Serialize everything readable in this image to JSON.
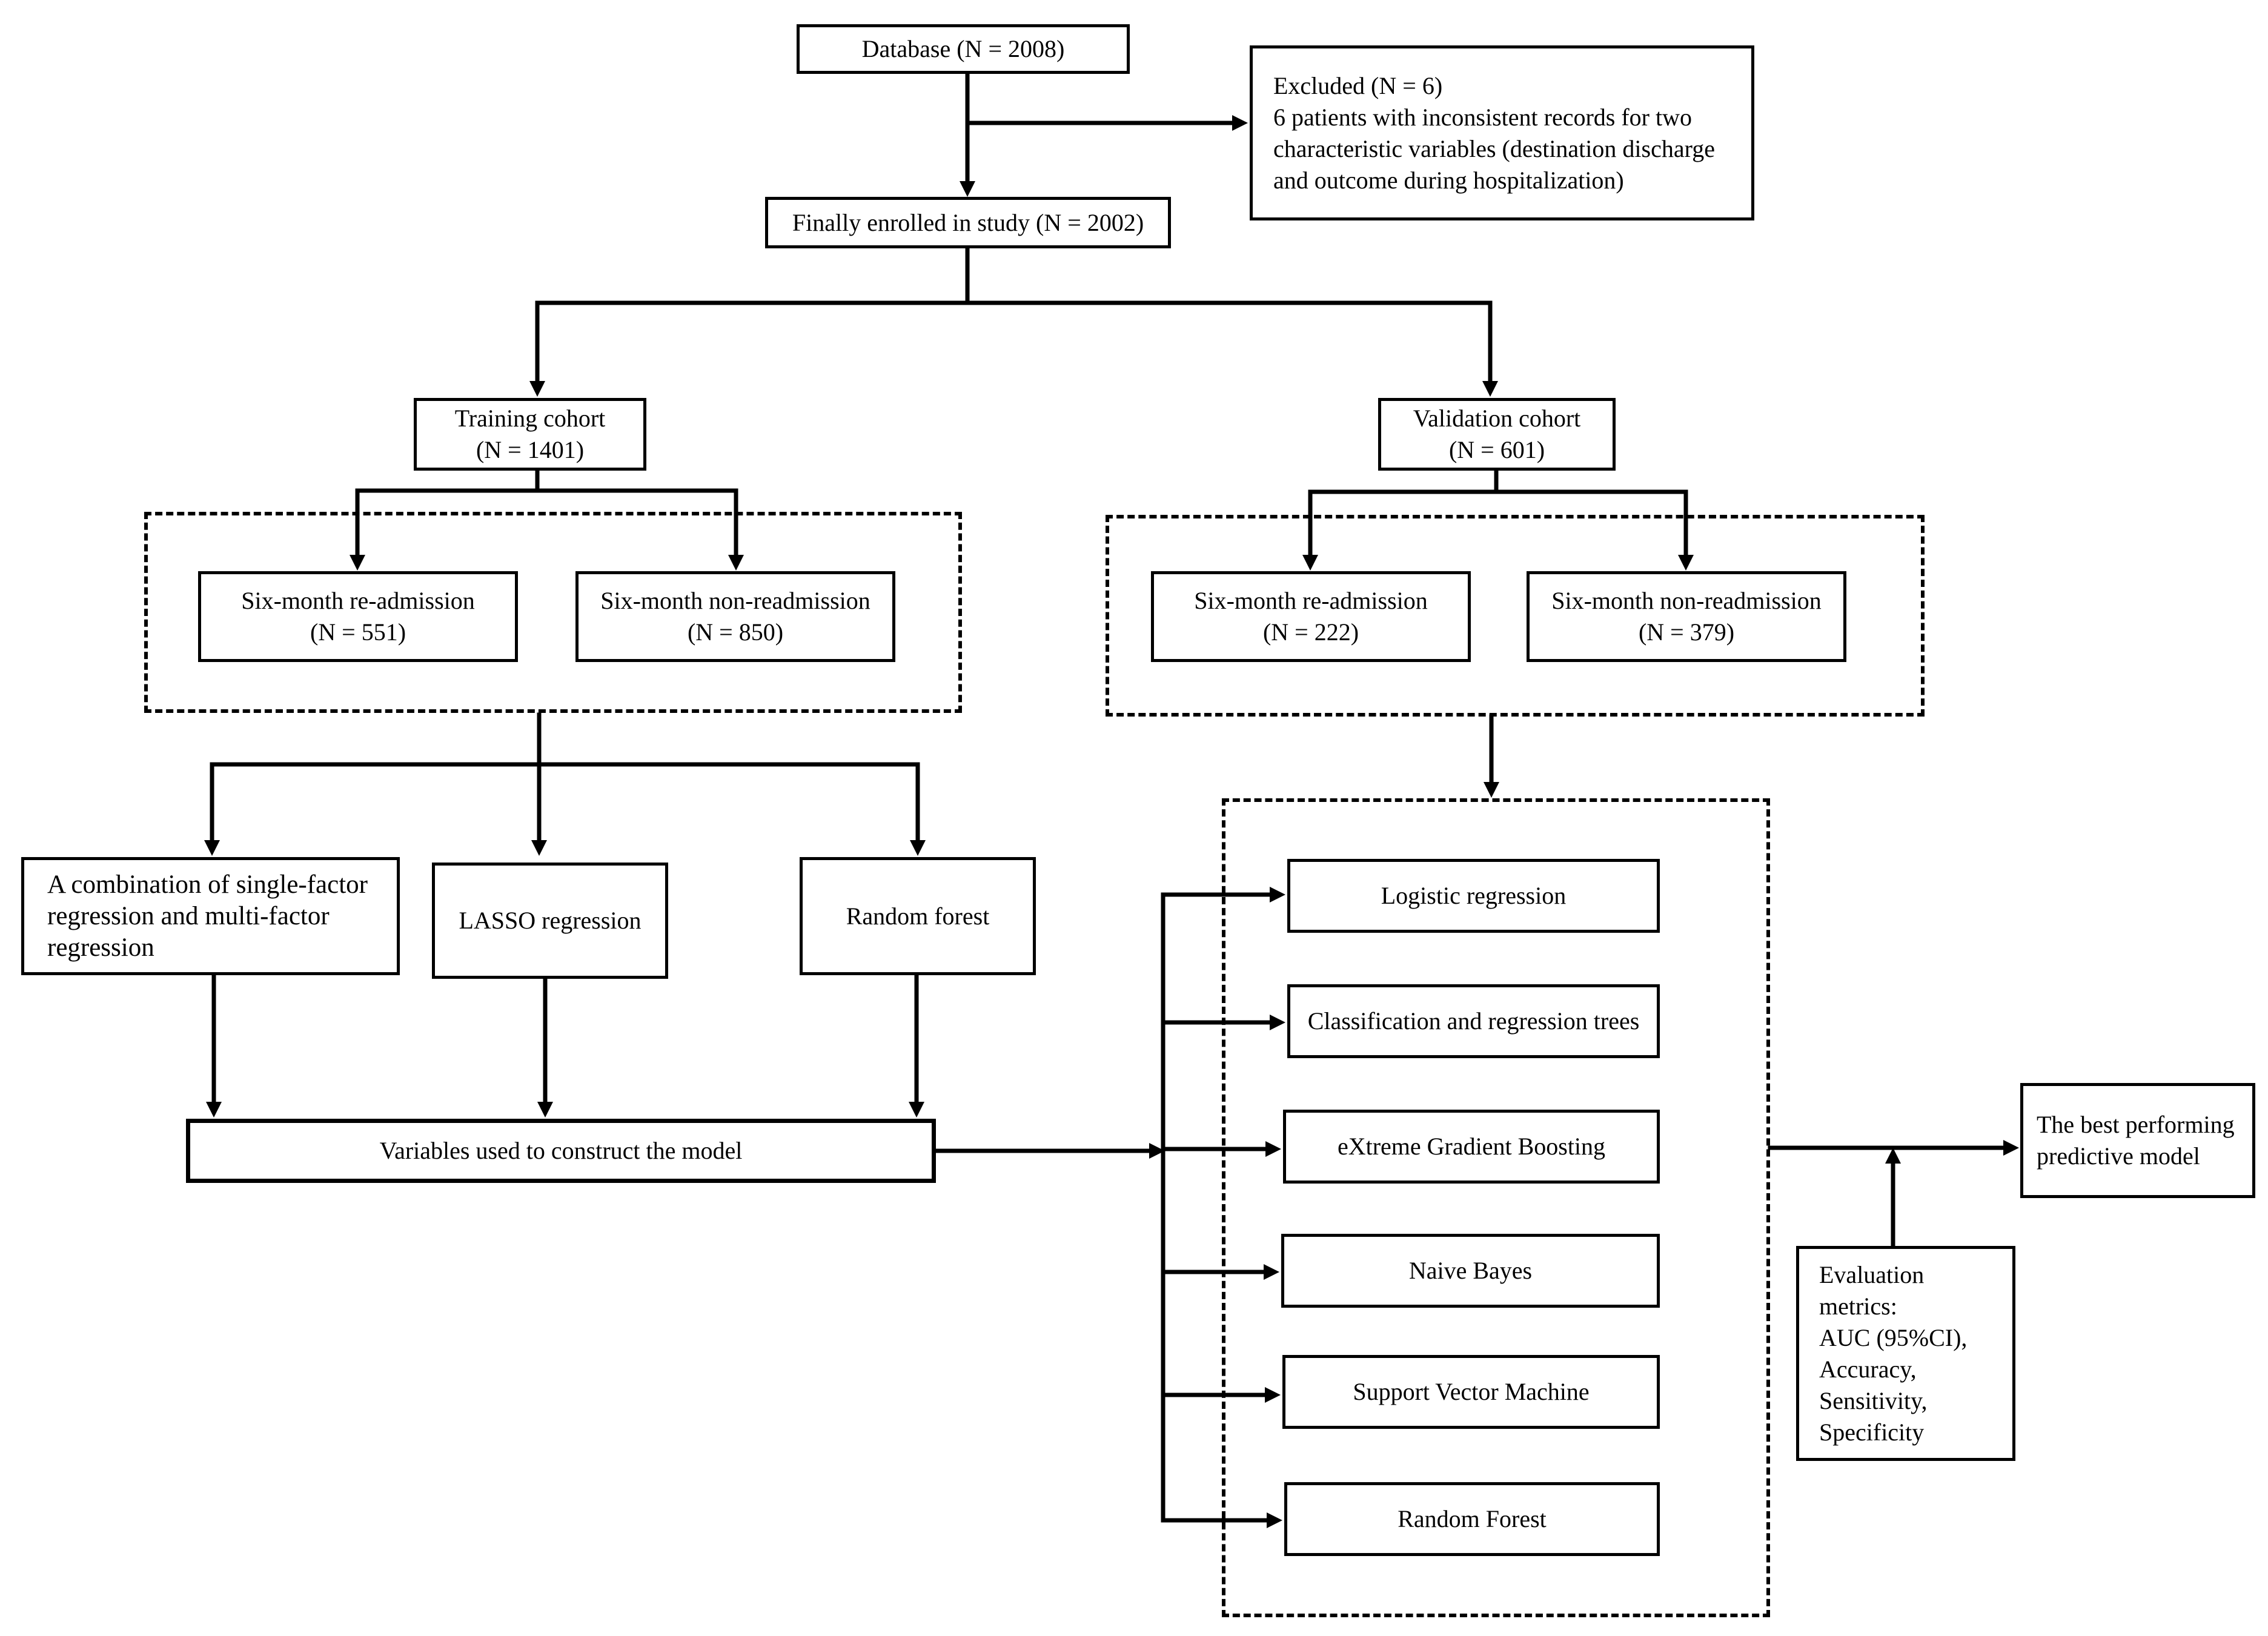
{
  "nodes": {
    "database": "Database  (N = 2008)",
    "excluded": "Excluded  (N = 6)\n6 patients with inconsistent records for two characteristic variables  (destination discharge and outcome during hospitalization)",
    "enrolled": "Finally enrolled in study  (N = 2002)",
    "training": "Training cohort\n(N = 1401)",
    "validation": "Validation cohort\n(N = 601)",
    "train_readmit": "Six-month re-admission\n(N = 551)",
    "train_nonreadmit": "Six-month non-readmission\n(N = 850)",
    "val_readmit": "Six-month re-admission\n(N = 222)",
    "val_nonreadmit": "Six-month non-readmission\n(N = 379)",
    "combination": "A combination of single-factor regression and multi-factor regression",
    "lasso": "LASSO regression",
    "random_forest_sel": "Random forest",
    "variables": "Variables used to construct the model",
    "models": [
      "Logistic regression",
      "Classification and regression trees",
      "eXtreme Gradient Boosting",
      "Naive Bayes",
      "Support Vector Machine",
      "Random Forest"
    ],
    "best_model": "The best performing predictive model",
    "metrics": "Evaluation metrics:\nAUC (95%CI),\nAccuracy,\nSensitivity,\nSpecificity"
  }
}
